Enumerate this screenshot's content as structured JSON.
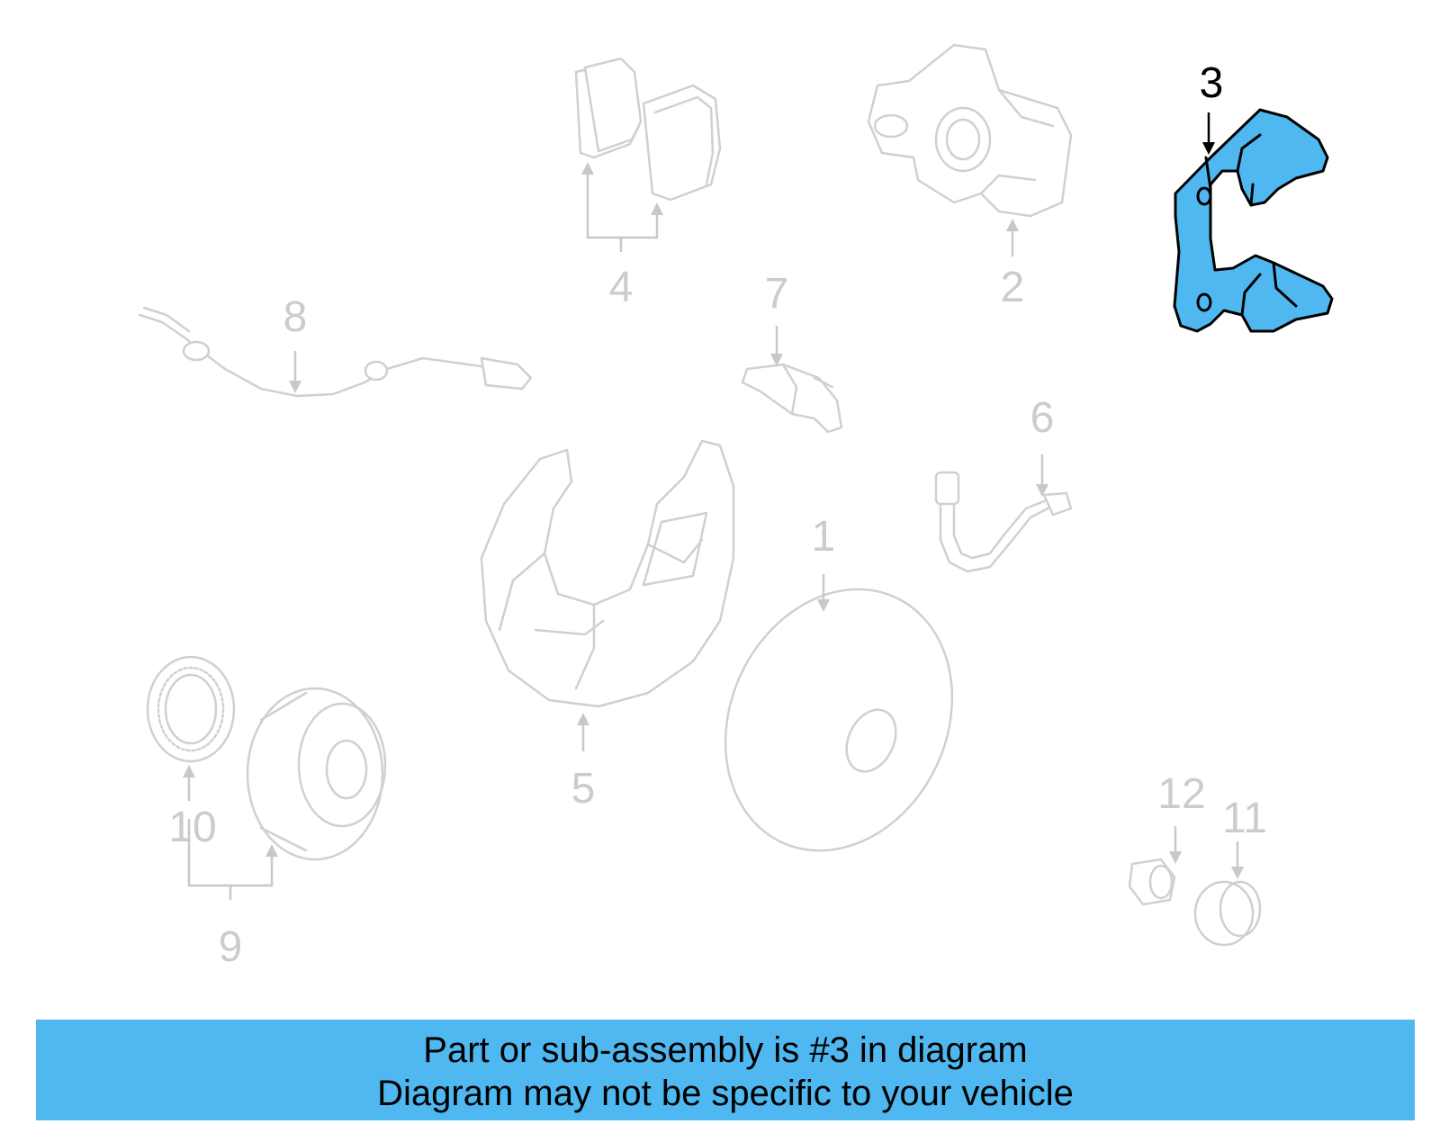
{
  "colors": {
    "banner_bg": "#4fb8f0",
    "highlight_fill": "#4fb8f0",
    "ghost_stroke": "#d0d0d0",
    "active_text": "#000000"
  },
  "callouts": {
    "c1": "1",
    "c2": "2",
    "c3": "3",
    "c4": "4",
    "c5": "5",
    "c6": "6",
    "c7": "7",
    "c8": "8",
    "c9": "9",
    "c10": "10",
    "c11": "11",
    "c12": "12"
  },
  "highlighted_part": "3",
  "banner": {
    "line1": "Part or sub-assembly is #3 in diagram",
    "line2": "Diagram may not be specific to your vehicle"
  }
}
